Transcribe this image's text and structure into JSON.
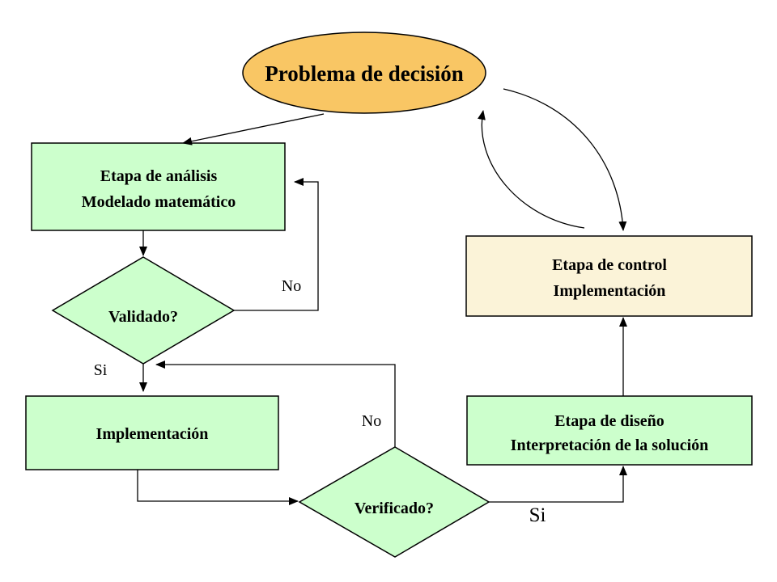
{
  "colors": {
    "start_fill": "#f9c664",
    "box_fill": "#ccffcc",
    "control_fill": "#fbf3d8",
    "stroke": "#000000"
  },
  "start": {
    "label": "Problema de decisión"
  },
  "analysis": {
    "line1": "Etapa de análisis",
    "line2": "Modelado matemático"
  },
  "validated": {
    "label": "Validado?",
    "no": "No",
    "yes": "Si"
  },
  "implementation": {
    "label": "Implementación"
  },
  "verified": {
    "label": "Verificado?",
    "no": "No",
    "yes": "Si"
  },
  "design": {
    "line1": "Etapa de diseño",
    "line2": "Interpretación de la solución"
  },
  "control": {
    "line1": "Etapa de control",
    "line2": "Implementación"
  }
}
